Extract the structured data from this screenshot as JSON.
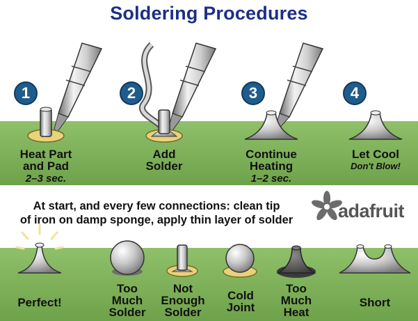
{
  "title": "Soldering Procedures",
  "steps": [
    {
      "number": "1",
      "label_line1": "Heat Part",
      "label_line2": "and Pad",
      "sub": "2–3 sec."
    },
    {
      "number": "2",
      "label_line1": "Add",
      "label_line2": "Solder",
      "sub": ""
    },
    {
      "number": "3",
      "label_line1": "Continue",
      "label_line2": "Heating",
      "sub": "1–2 sec."
    },
    {
      "number": "4",
      "label_line1": "Let Cool",
      "label_line2": "",
      "sub": "Don't Blow!"
    }
  ],
  "note_line1": "At start, and every few connections: clean tip",
  "note_line2": "of iron on damp sponge, apply thin layer of solder",
  "logo": "adafruit",
  "results": [
    {
      "line1": "Perfect!",
      "line2": "",
      "line3": ""
    },
    {
      "line1": "Too",
      "line2": "Much",
      "line3": "Solder"
    },
    {
      "line1": "Not",
      "line2": "Enough",
      "line3": "Solder"
    },
    {
      "line1": "Cold",
      "line2": "Joint",
      "line3": ""
    },
    {
      "line1": "Too",
      "line2": "Much",
      "line3": "Heat"
    },
    {
      "line1": "Short",
      "line2": "",
      "line3": ""
    }
  ],
  "colors": {
    "title": "#1c2f86",
    "board": "#7fb35a",
    "pad": "#e8d27a",
    "step_circle": "#1f5c8c"
  }
}
